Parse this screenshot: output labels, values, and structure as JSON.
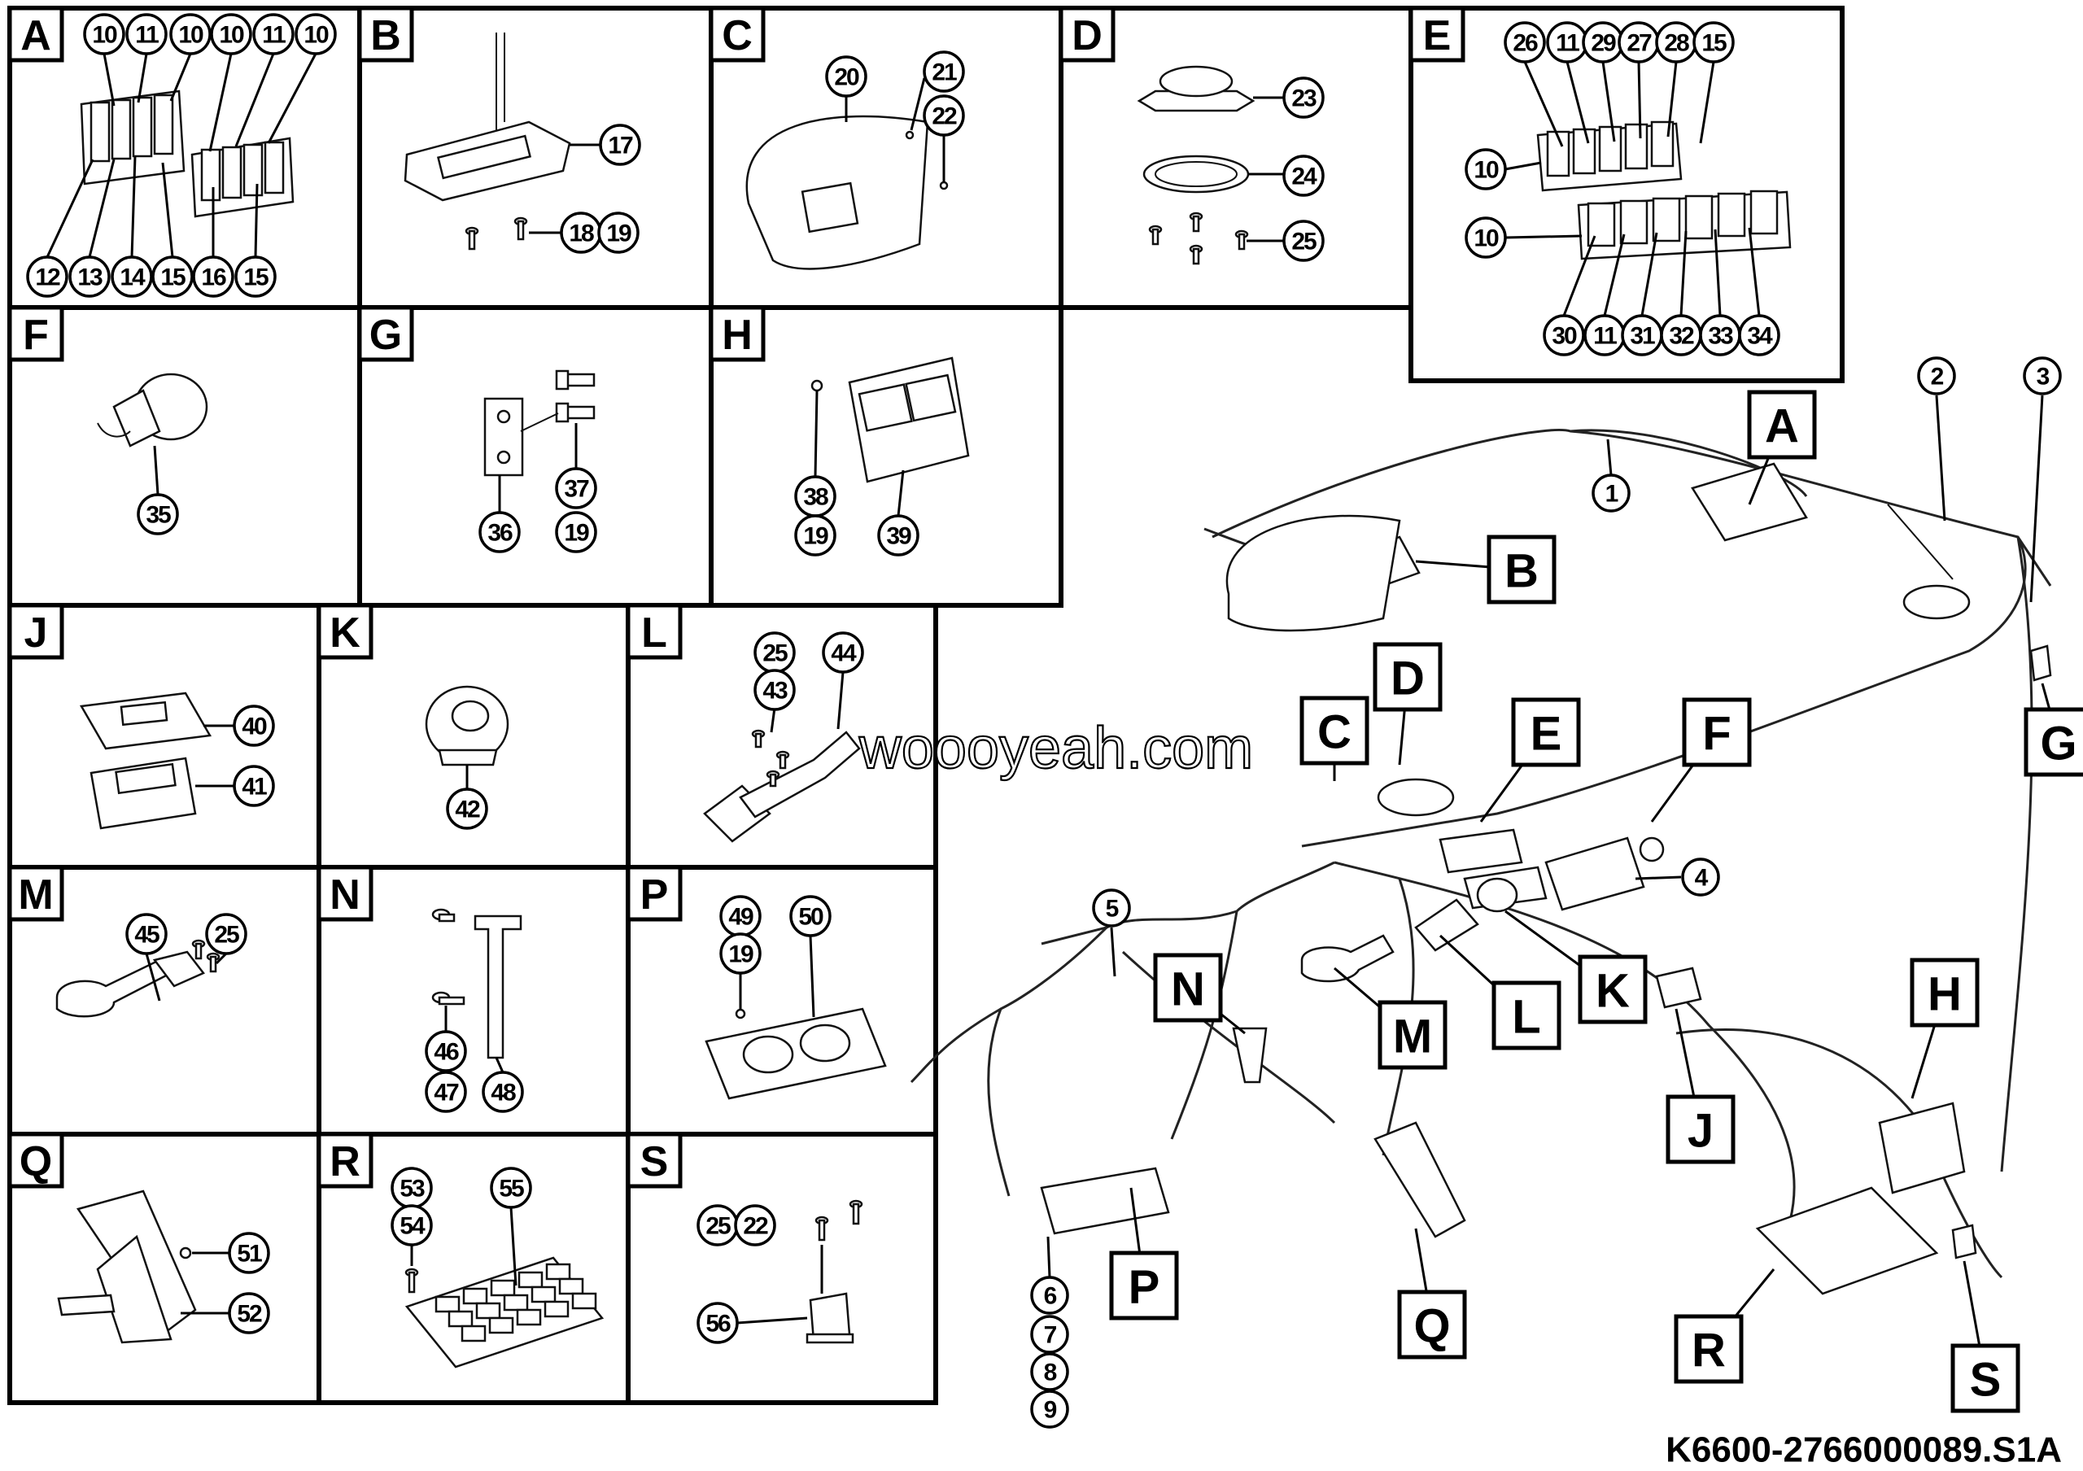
{
  "drawing_number": "K6600-2766000089.S1A",
  "watermark": "woooyeah.com",
  "cells": [
    {
      "letter": "A",
      "callouts": [
        "10",
        "11",
        "10",
        "10",
        "11",
        "10",
        "12",
        "13",
        "14",
        "15",
        "16",
        "15"
      ]
    },
    {
      "letter": "B",
      "callouts": [
        "17",
        "18",
        "19"
      ]
    },
    {
      "letter": "C",
      "callouts": [
        "20",
        "21",
        "22"
      ]
    },
    {
      "letter": "D",
      "callouts": [
        "23",
        "24",
        "25"
      ]
    },
    {
      "letter": "E",
      "callouts": [
        "26",
        "11",
        "29",
        "27",
        "28",
        "15",
        "10",
        "10",
        "30",
        "11",
        "31",
        "32",
        "33",
        "34"
      ]
    },
    {
      "letter": "F",
      "callouts": [
        "35"
      ]
    },
    {
      "letter": "G",
      "callouts": [
        "36",
        "37",
        "19"
      ]
    },
    {
      "letter": "H",
      "callouts": [
        "38",
        "19",
        "39"
      ]
    },
    {
      "letter": "J",
      "callouts": [
        "40",
        "41"
      ]
    },
    {
      "letter": "K",
      "callouts": [
        "42"
      ]
    },
    {
      "letter": "L",
      "callouts": [
        "25",
        "43",
        "44"
      ]
    },
    {
      "letter": "M",
      "callouts": [
        "45",
        "25"
      ]
    },
    {
      "letter": "N",
      "callouts": [
        "46",
        "47",
        "48"
      ]
    },
    {
      "letter": "P",
      "callouts": [
        "49",
        "19",
        "50"
      ]
    },
    {
      "letter": "Q",
      "callouts": [
        "51",
        "52"
      ]
    },
    {
      "letter": "R",
      "callouts": [
        "53",
        "54",
        "55"
      ]
    },
    {
      "letter": "S",
      "callouts": [
        "25",
        "22",
        "56"
      ]
    }
  ],
  "assembly": {
    "callouts": [
      "1",
      "2",
      "3",
      "4",
      "5",
      "6",
      "7",
      "8",
      "9"
    ],
    "locators": [
      "A",
      "B",
      "C",
      "D",
      "E",
      "F",
      "G",
      "H",
      "J",
      "K",
      "L",
      "M",
      "N",
      "P",
      "Q",
      "R",
      "S"
    ]
  }
}
